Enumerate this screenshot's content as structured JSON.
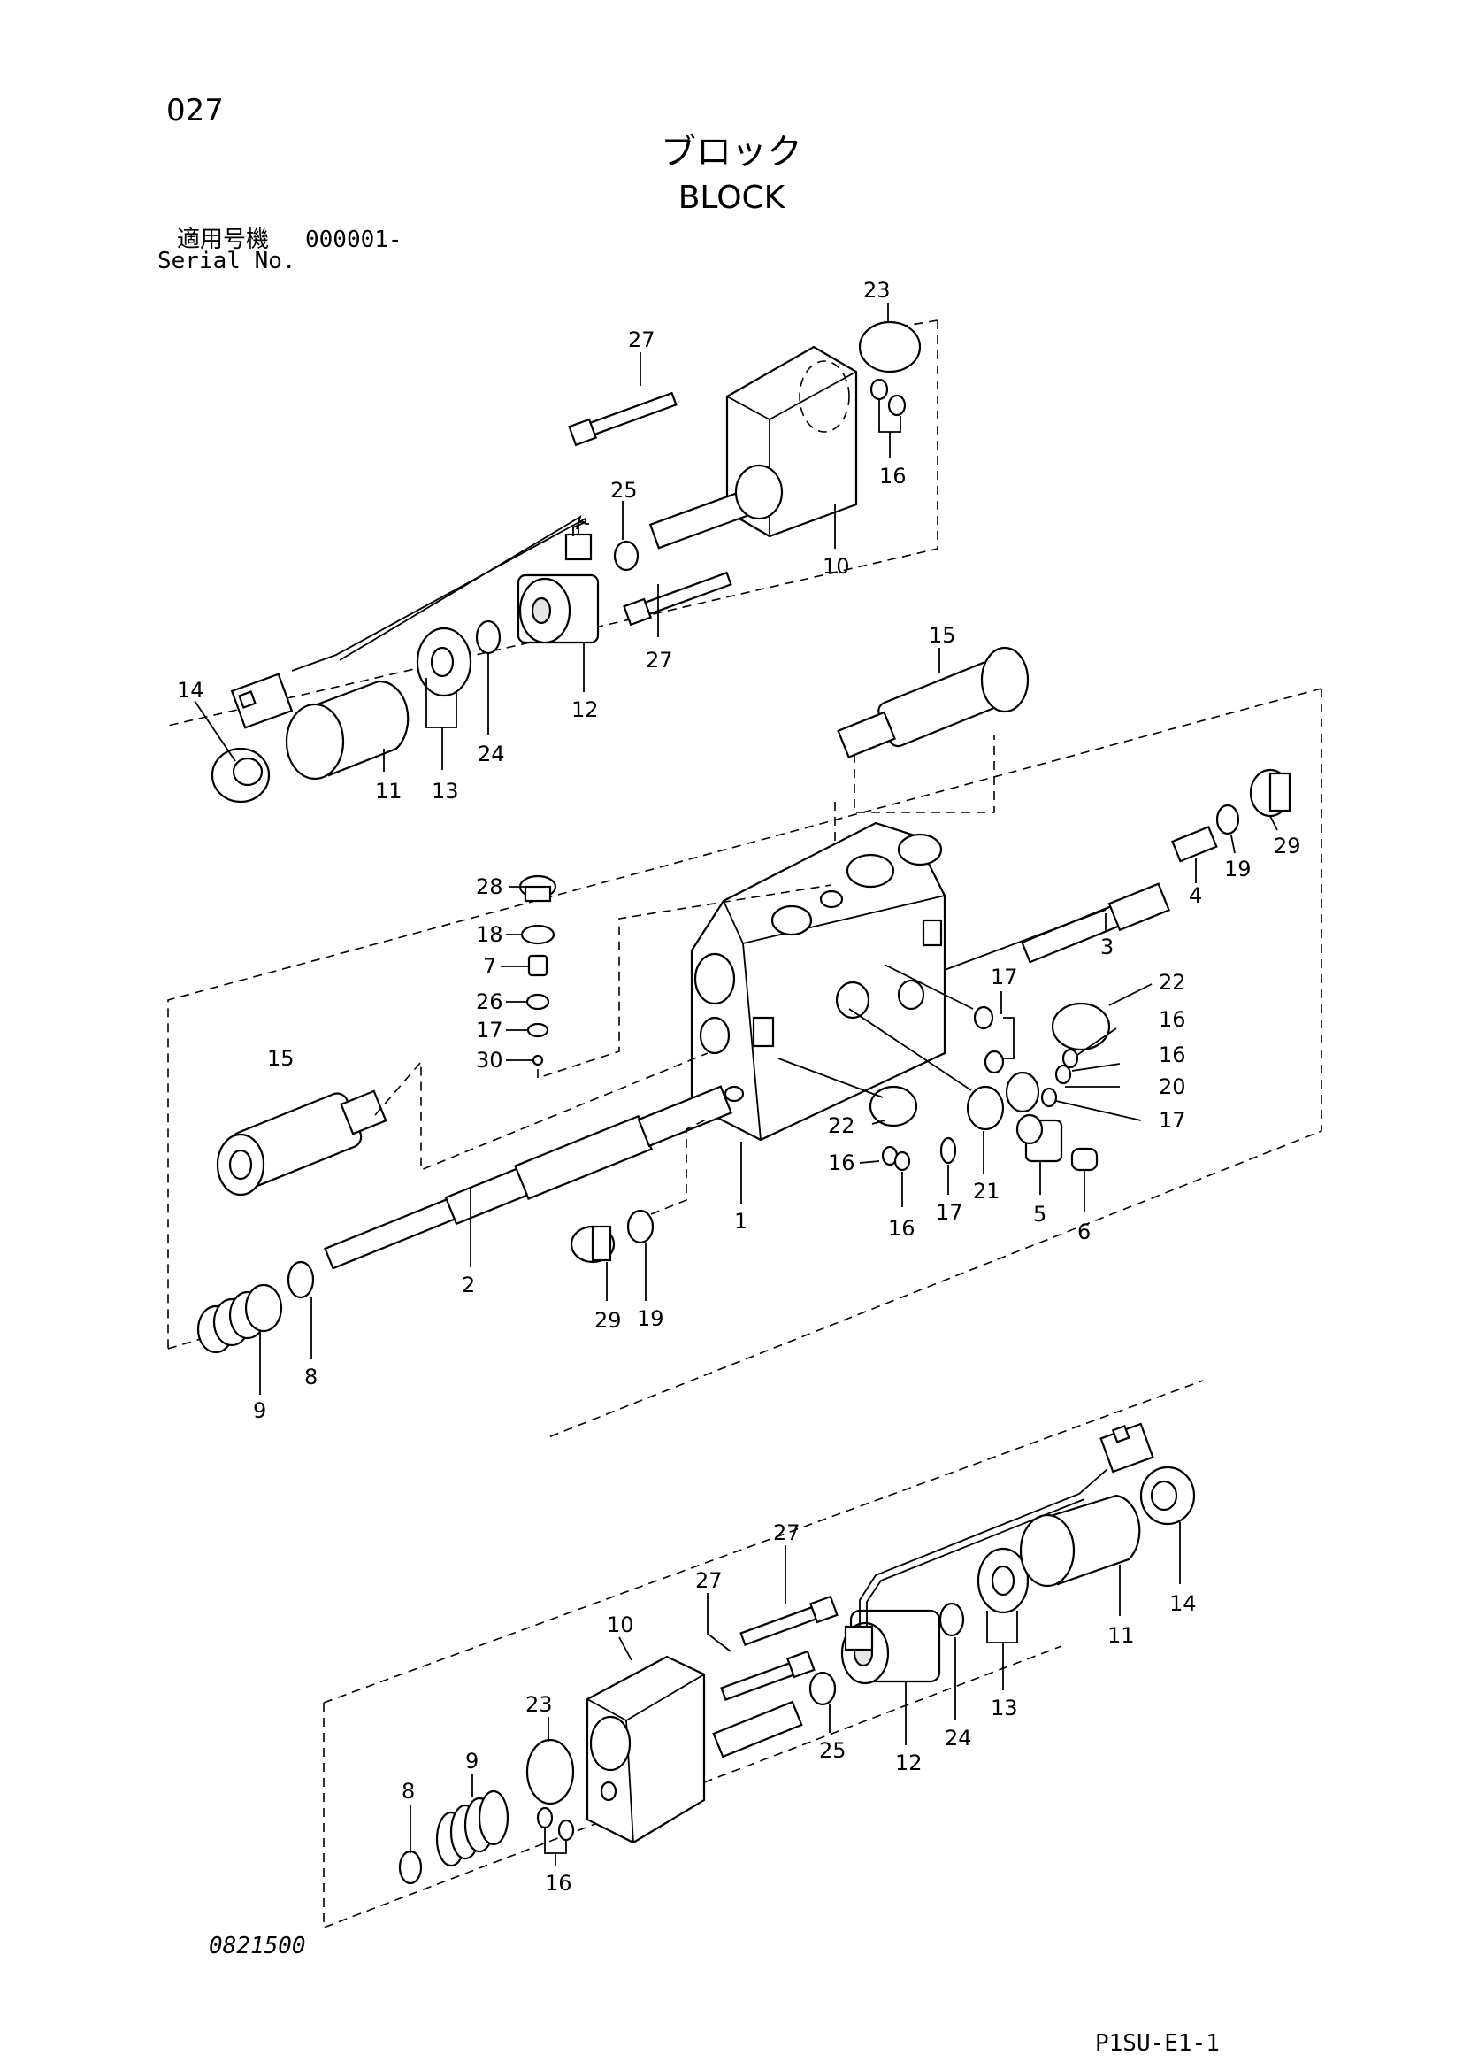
{
  "header": {
    "page_number": "027",
    "title_jp": "ブロック",
    "title_en": "BLOCK",
    "serial_label_jp": "適用号機",
    "serial_value": "000001-",
    "serial_label_en": "Serial No."
  },
  "footer": {
    "drawing_code": "0821500",
    "sheet_code": "P1SU-E1-1"
  },
  "callouts": {
    "c27a": "27",
    "c23a": "23",
    "c16a": "16",
    "c25a": "25",
    "c10a": "10",
    "c27b": "27",
    "c14a": "14",
    "c11a": "11",
    "c13a": "13",
    "c24a": "24",
    "c12a": "12",
    "c15a": "15",
    "c29a": "29",
    "c19a": "19",
    "c4": "4",
    "c3": "3",
    "c28": "28",
    "c18": "18",
    "c7": "7",
    "c26": "26",
    "c17a": "17",
    "c30": "30",
    "c17b": "17",
    "c22a": "22",
    "c16b": "16",
    "c16c": "16",
    "c20": "20",
    "c17c": "17",
    "c15b": "15",
    "c22b": "22",
    "c16d": "16",
    "c17d": "17",
    "c21": "21",
    "c5": "5",
    "c6": "6",
    "c16e": "16",
    "c1": "1",
    "c2": "2",
    "c29b": "29",
    "c19b": "19",
    "c8a": "8",
    "c9a": "9",
    "c27c": "27",
    "c27d": "27",
    "c10b": "10",
    "c14b": "14",
    "c11b": "11",
    "c23b": "23",
    "c9b": "9",
    "c8b": "8",
    "c16f": "16",
    "c25b": "25",
    "c12b": "12",
    "c24b": "24",
    "c13b": "13"
  }
}
